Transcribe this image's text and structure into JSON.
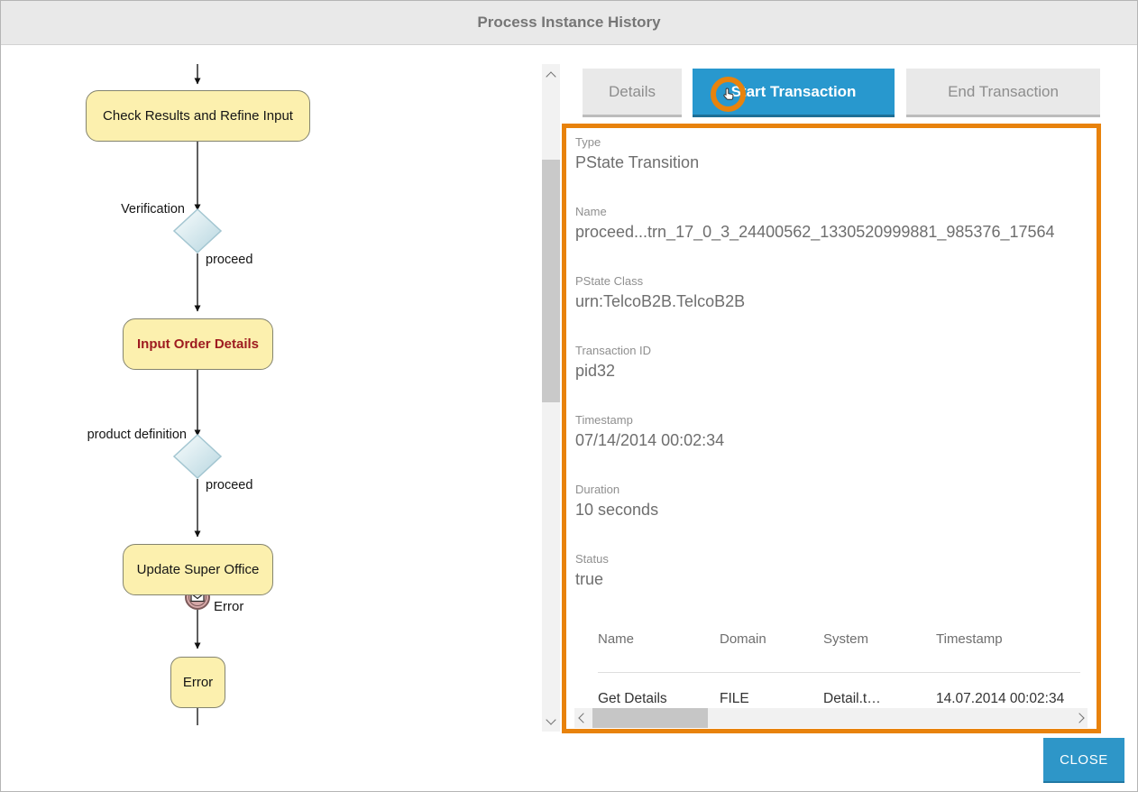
{
  "dialog": {
    "title": "Process Instance History",
    "close_label": "CLOSE"
  },
  "flowchart": {
    "task_check": "Check Results and Refine Input",
    "gateway1_label": "Verification",
    "edge1_label": "proceed",
    "task_input": "Input Order Details",
    "gateway2_label": "product definition",
    "edge2_label": "proceed",
    "task_update": "Update Super Office",
    "boundary_event_label": "Error",
    "task_error": "Error"
  },
  "tabs": [
    {
      "label": "Details",
      "active": false
    },
    {
      "label": "Start Transaction",
      "active": true
    },
    {
      "label": "End Transaction",
      "active": false
    }
  ],
  "panel": {
    "fields": [
      {
        "label": "Type",
        "value": "PState Transition"
      },
      {
        "label": "Name",
        "value": "proceed...trn_17_0_3_24400562_1330520999881_985376_17564"
      },
      {
        "label": "PState Class",
        "value": "urn:TelcoB2B.TelcoB2B"
      },
      {
        "label": "Transaction ID",
        "value": "pid32"
      },
      {
        "label": "Timestamp",
        "value": "07/14/2014 00:02:34"
      },
      {
        "label": "Duration",
        "value": "10 seconds"
      },
      {
        "label": "Status",
        "value": "true"
      }
    ],
    "table": {
      "columns": [
        "Name",
        "Domain",
        "System",
        "Timestamp"
      ],
      "rows": [
        {
          "name": "Get Details",
          "domain": "FILE",
          "system": "Detail.t…",
          "timestamp": "14.07.2014 00:02:34"
        }
      ]
    }
  },
  "icons": {
    "cursor": "hand-pointer",
    "boundary_event": "envelope",
    "scroll_up": "chevron-up",
    "scroll_down": "chevron-down",
    "scroll_left": "chevron-left",
    "scroll_right": "chevron-right"
  },
  "colors": {
    "accent_blue": "#2898ce",
    "accent_orange": "#e8820c",
    "node_yellow": "#fcf0ae",
    "highlight_red": "#9e1b20"
  }
}
